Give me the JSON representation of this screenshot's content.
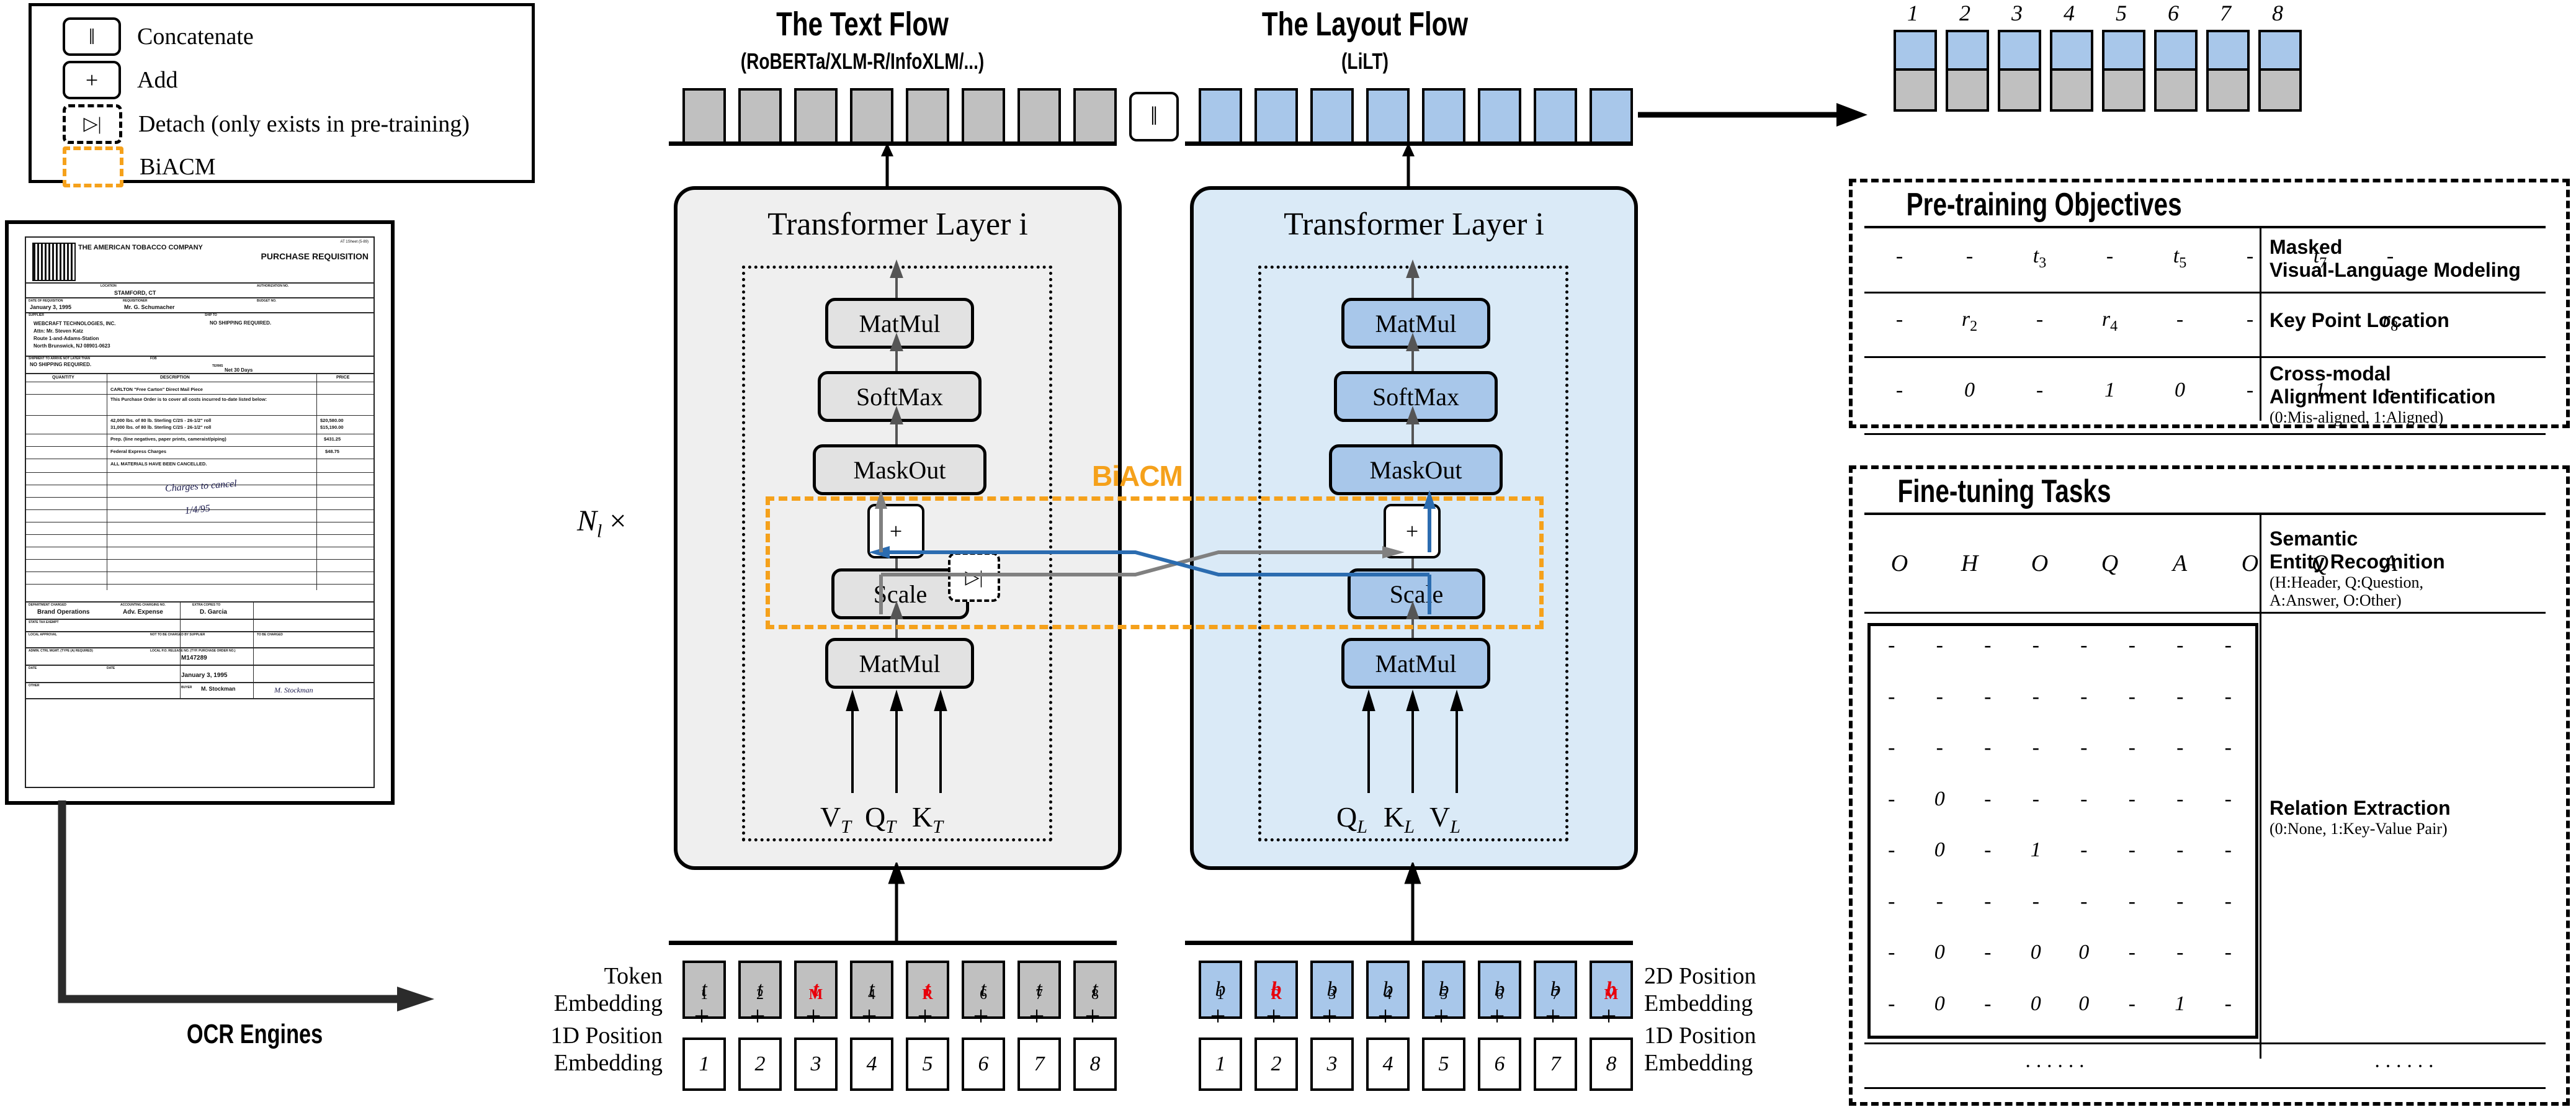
{
  "legend": {
    "items": [
      {
        "glyph": "‖",
        "label": "Concatenate",
        "style": "solid"
      },
      {
        "glyph": "+",
        "label": "Add",
        "style": "solid"
      },
      {
        "glyph": "▷|",
        "label": "Detach (only exists in pre-training)",
        "style": "dashed"
      },
      {
        "glyph": "",
        "label": "BiACM",
        "style": "orange"
      }
    ]
  },
  "document": {
    "company": "THE AMERICAN TOBACCO COMPANY",
    "form_title": "PURCHASE REQUISITION",
    "top_right": "AT 1Sheet (5-89)",
    "fields": [
      {
        "label": "LOCATION",
        "value": "STAMFORD, CT"
      },
      {
        "label": "AUTHORIZATION NO.",
        "value": ""
      },
      {
        "label": "DATE OF REQUISITION",
        "value": "January 3, 1995"
      },
      {
        "label": "REQUISITIONER",
        "value": "Mr. G. Schumacher"
      },
      {
        "label": "BUDGET NO.",
        "value": ""
      },
      {
        "label": "SUPPLIER",
        "value": "WEBCRAFT TECHNOLOGIES, INC.\nAttn: Mr. Steven Katz\nRoute 1-and-Adams-Station\nNorth Brunswick, NJ 08901-0623"
      },
      {
        "label": "SHIP TO",
        "value": "NO SHIPPING REQUIRED."
      },
      {
        "label": "SHIPMENT TO ARRIVE NOT LATER THAN",
        "value": "NO SHIPPING REQUIRED."
      },
      {
        "label": "TERMS",
        "value": "Net 30 Days"
      }
    ],
    "table_headers": [
      "QUANTITY",
      "DESCRIPTION",
      "PRICE"
    ],
    "table_rows": [
      {
        "qty": "",
        "desc": "CARLTON \"Free Carton\" Direct Mail Piece",
        "price": ""
      },
      {
        "qty": "",
        "desc": "This Purchase Order is to cover all costs incurred to-date listed below:",
        "price": ""
      },
      {
        "qty": "",
        "desc": "42,000 lbs. of 80 lb. Sterling C/2S - 26-1/2\" roll\n31,000 lbs. of 80 lb. Sterling C/2S - 26-1/2\" roll",
        "price": "$20,580.00\n$15,190.00"
      },
      {
        "qty": "",
        "desc": "Prep. (line negatives, paper prints, cameraist/piping)",
        "price": "$431.25"
      },
      {
        "qty": "",
        "desc": "Federal Express Charges",
        "price": "$48.75"
      },
      {
        "qty": "",
        "desc": "ALL MATERIALS HAVE BEEN CANCELLED.",
        "price": ""
      }
    ],
    "handwriting": [
      "Charges to cancel",
      "1/4/95"
    ],
    "footer": [
      {
        "label": "DEPARTMENT CHARGED",
        "value": "Brand Operations"
      },
      {
        "label": "ACCOUNTING CHARGING NO.",
        "value": "Adv. Expense"
      },
      {
        "label": "EXTRA COPIES TO",
        "value": "D. Garcia"
      },
      {
        "label": "STATE TAX EXEMPT",
        "value": ""
      },
      {
        "label": "LOCAL APPROVAL",
        "value": ""
      },
      {
        "label": "TO BE CHARGED",
        "value": ""
      },
      {
        "label": "ADMIN. CTRL MGMT. (TYPE (A) REQUIRED)",
        "value": "M147289"
      },
      {
        "label": "DATE",
        "value": "January 3, 1995"
      },
      {
        "label": "OTHER",
        "value": "M. Stockman"
      }
    ]
  },
  "ocr": {
    "label": "OCR Engines"
  },
  "text_flow": {
    "title": "The Text Flow",
    "subtitle": "(RoBERTa/XLM-R/InfoXLM/...)",
    "layer_title": "Transformer Layer i",
    "ops": [
      "MatMul",
      "SoftMax",
      "MaskOut",
      "Scale",
      "MatMul"
    ],
    "inputs": [
      "V",
      "Q",
      "K"
    ],
    "input_sub": "T",
    "tokens": [
      "t₁",
      "t₂",
      "t",
      "t₄",
      "t",
      "t₆",
      "t₇",
      "t₈"
    ],
    "token_labels": [
      {
        "base": "t",
        "sub": "1",
        "red": false
      },
      {
        "base": "t",
        "sub": "2",
        "red": false
      },
      {
        "base": "t",
        "sub": "M",
        "red": true
      },
      {
        "base": "t",
        "sub": "4",
        "red": false
      },
      {
        "base": "t",
        "sub": "R",
        "red": true
      },
      {
        "base": "t",
        "sub": "6",
        "red": false
      },
      {
        "base": "t",
        "sub": "7",
        "red": false
      },
      {
        "base": "t",
        "sub": "8",
        "red": false
      }
    ],
    "positions": [
      "1",
      "2",
      "3",
      "4",
      "5",
      "6",
      "7",
      "8"
    ]
  },
  "layout_flow": {
    "title": "The Layout Flow",
    "subtitle": "(LiLT)",
    "layer_title": "Transformer Layer i",
    "ops": [
      "MatMul",
      "SoftMax",
      "MaskOut",
      "Scale",
      "MatMul"
    ],
    "inputs": [
      "Q",
      "K",
      "V"
    ],
    "input_sub": "L",
    "token_labels": [
      {
        "base": "b",
        "sub": "1",
        "red": false
      },
      {
        "base": "b",
        "sub": "R",
        "red": true
      },
      {
        "base": "b",
        "sub": "3",
        "red": false
      },
      {
        "base": "b",
        "sub": "4",
        "red": false
      },
      {
        "base": "b",
        "sub": "5",
        "red": false
      },
      {
        "base": "b",
        "sub": "6",
        "red": false
      },
      {
        "base": "b",
        "sub": "7",
        "red": false
      },
      {
        "base": "b",
        "sub": "M",
        "red": true
      }
    ],
    "positions": [
      "1",
      "2",
      "3",
      "4",
      "5",
      "6",
      "7",
      "8"
    ]
  },
  "biacm": {
    "label": "BiACM",
    "color": "#F5A11B"
  },
  "repeat_label": {
    "base": "N",
    "sub": "l",
    "times": "×"
  },
  "embedding_labels": {
    "token": "Token\nEmbedding",
    "token_l1": "Token",
    "token_l2": "Embedding",
    "pos1d_l1": "1D Position",
    "pos1d_l2": "Embedding",
    "pos2d_l1": "2D Position",
    "pos2d_l2": "Embedding",
    "pos1d_right_l1": "1D Position",
    "pos1d_right_l2": "Embedding",
    "plus": "+"
  },
  "concat": {
    "glyph": "‖"
  },
  "output_bars": {
    "numbers": [
      "1",
      "2",
      "3",
      "4",
      "5",
      "6",
      "7",
      "8"
    ],
    "top_color": "#a8c7ea",
    "bottom_color": "#c0c0c0"
  },
  "pretraining": {
    "title": "Pre-training Objectives",
    "rows": [
      {
        "values": [
          "-",
          "-",
          "t₃",
          "-",
          "t₅",
          "-",
          "t₇",
          "-"
        ],
        "value_parts": [
          {
            "base": "-",
            "sub": ""
          },
          {
            "base": "-",
            "sub": ""
          },
          {
            "base": "t",
            "sub": "3"
          },
          {
            "base": "-",
            "sub": ""
          },
          {
            "base": "t",
            "sub": "5"
          },
          {
            "base": "-",
            "sub": ""
          },
          {
            "base": "t",
            "sub": "7"
          },
          {
            "base": "-",
            "sub": ""
          }
        ],
        "label": "Masked\nVisual-Language Modeling",
        "label_l1": "Masked",
        "label_l2": "Visual-Language Modeling",
        "note": ""
      },
      {
        "value_parts": [
          {
            "base": "-",
            "sub": ""
          },
          {
            "base": "r",
            "sub": "2"
          },
          {
            "base": "-",
            "sub": ""
          },
          {
            "base": "r",
            "sub": "4"
          },
          {
            "base": "-",
            "sub": ""
          },
          {
            "base": "-",
            "sub": ""
          },
          {
            "base": "-",
            "sub": ""
          },
          {
            "base": "r",
            "sub": "8"
          }
        ],
        "label_l1": "Key Point Location",
        "label_l2": "",
        "note": ""
      },
      {
        "value_parts": [
          {
            "base": "-",
            "sub": ""
          },
          {
            "base": "0",
            "sub": ""
          },
          {
            "base": "-",
            "sub": ""
          },
          {
            "base": "1",
            "sub": ""
          },
          {
            "base": "0",
            "sub": ""
          },
          {
            "base": "-",
            "sub": ""
          },
          {
            "base": "1",
            "sub": ""
          },
          {
            "base": "-",
            "sub": ""
          }
        ],
        "label_l1": "Cross-modal",
        "label_l2": "Alignment Identification",
        "note": "(0:Mis-aligned, 1:Aligned)"
      }
    ]
  },
  "finetuning": {
    "title": "Fine-tuning Tasks",
    "ser": {
      "values": [
        "O",
        "H",
        "O",
        "Q",
        "A",
        "O",
        "Q",
        "A"
      ],
      "label_l1": "Semantic",
      "label_l2": "Entity Recognition",
      "note_l1": "(H:Header, Q:Question,",
      "note_l2": " A:Answer, O:Other)"
    },
    "re": {
      "matrix": [
        [
          "-",
          "-",
          "-",
          "-",
          "-",
          "-",
          "-",
          "-"
        ],
        [
          "-",
          "-",
          "-",
          "-",
          "-",
          "-",
          "-",
          "-"
        ],
        [
          "-",
          "-",
          "-",
          "-",
          "-",
          "-",
          "-",
          "-"
        ],
        [
          "-",
          "0",
          "-",
          "-",
          "-",
          "-",
          "-",
          "-"
        ],
        [
          "-",
          "0",
          "-",
          "1",
          "-",
          "-",
          "-",
          "-"
        ],
        [
          "-",
          "-",
          "-",
          "-",
          "-",
          "-",
          "-",
          "-"
        ],
        [
          "-",
          "0",
          "-",
          "0",
          "0",
          "-",
          "-",
          "-"
        ],
        [
          "-",
          "0",
          "-",
          "0",
          "0",
          "-",
          "1",
          "-"
        ]
      ],
      "label_l1": "Relation Extraction",
      "note": "(0:None, 1:Key-Value Pair)"
    },
    "ellipsis_left": "······",
    "ellipsis_right": "······"
  }
}
